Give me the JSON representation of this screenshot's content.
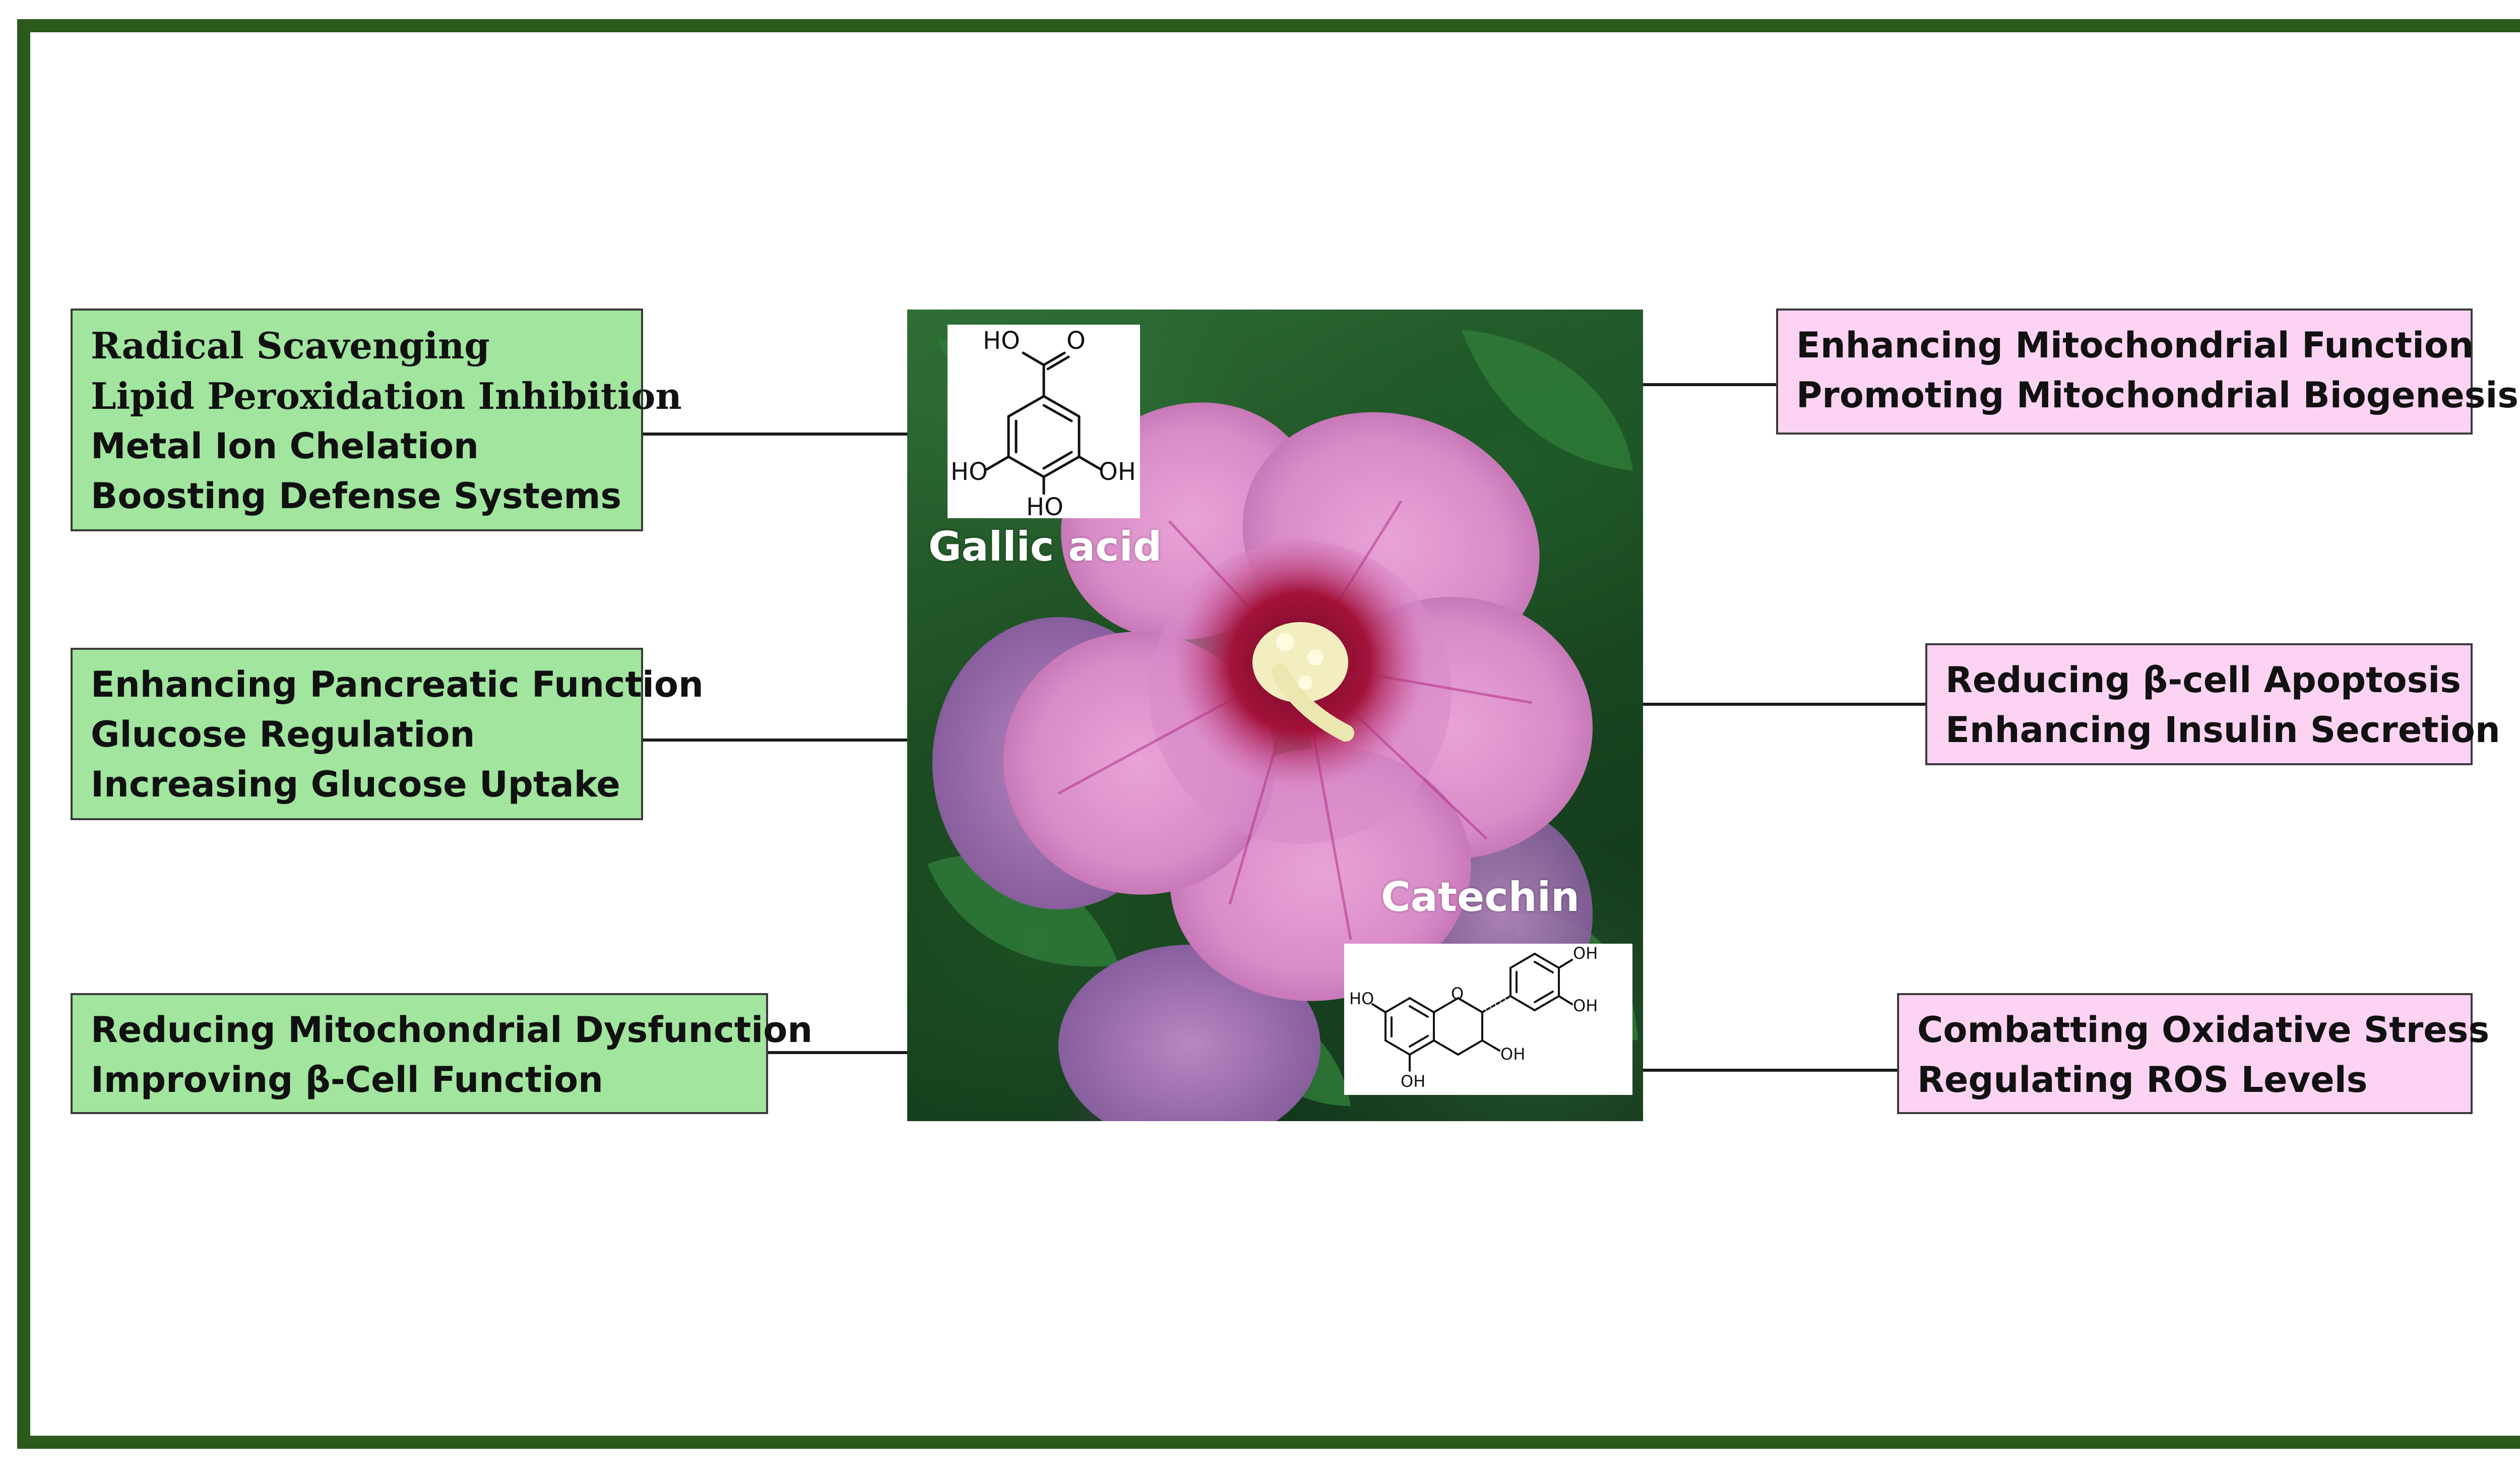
{
  "left_boxes": [
    {
      "id": "antioxidant",
      "lines": [
        "Radical Scavenging",
        "Lipid Peroxidation Inhibition",
        "Metal Ion Chelation",
        "Boosting Defense Systems"
      ]
    },
    {
      "id": "glucose",
      "lines": [
        "Enhancing Pancreatic Function",
        "Glucose Regulation",
        "Increasing Glucose Uptake"
      ]
    },
    {
      "id": "beta-cell",
      "lines": [
        "Reducing Mitochondrial Dysfunction",
        "Improving β-Cell Function"
      ]
    }
  ],
  "right_boxes": [
    {
      "id": "mitochondria",
      "lines": [
        "Enhancing Mitochondrial Function",
        "Promoting Mitochondrial Biogenesis"
      ]
    },
    {
      "id": "insulin",
      "lines": [
        "Reducing β-cell Apoptosis",
        "Enhancing Insulin Secretion"
      ]
    },
    {
      "id": "oxidative",
      "lines": [
        "Combatting Oxidative Stress",
        "Regulating ROS Levels"
      ]
    }
  ],
  "compounds": {
    "gallic_acid": {
      "name": "Gallic acid",
      "atoms": {
        "carboxyl_oh": "HO",
        "carboxyl_o": "O",
        "oh_left": "HO",
        "oh_right": "OH",
        "oh_bottom": "HO"
      }
    },
    "catechin": {
      "name": "Catechin",
      "atoms": {
        "oh_a7": "HO",
        "ring_o": "O",
        "oh_b3": "OH",
        "oh_b4": "OH",
        "oh_c3": "OH",
        "oh_a5": "OH"
      }
    }
  },
  "colors": {
    "frame": "#2a5a1c",
    "left_box_fill": "#a1e59f",
    "right_box_fill": "#fdd3f3",
    "connector": "#1a1a1a",
    "petal": "#d98bc8",
    "flower_center": "#a3123a"
  }
}
